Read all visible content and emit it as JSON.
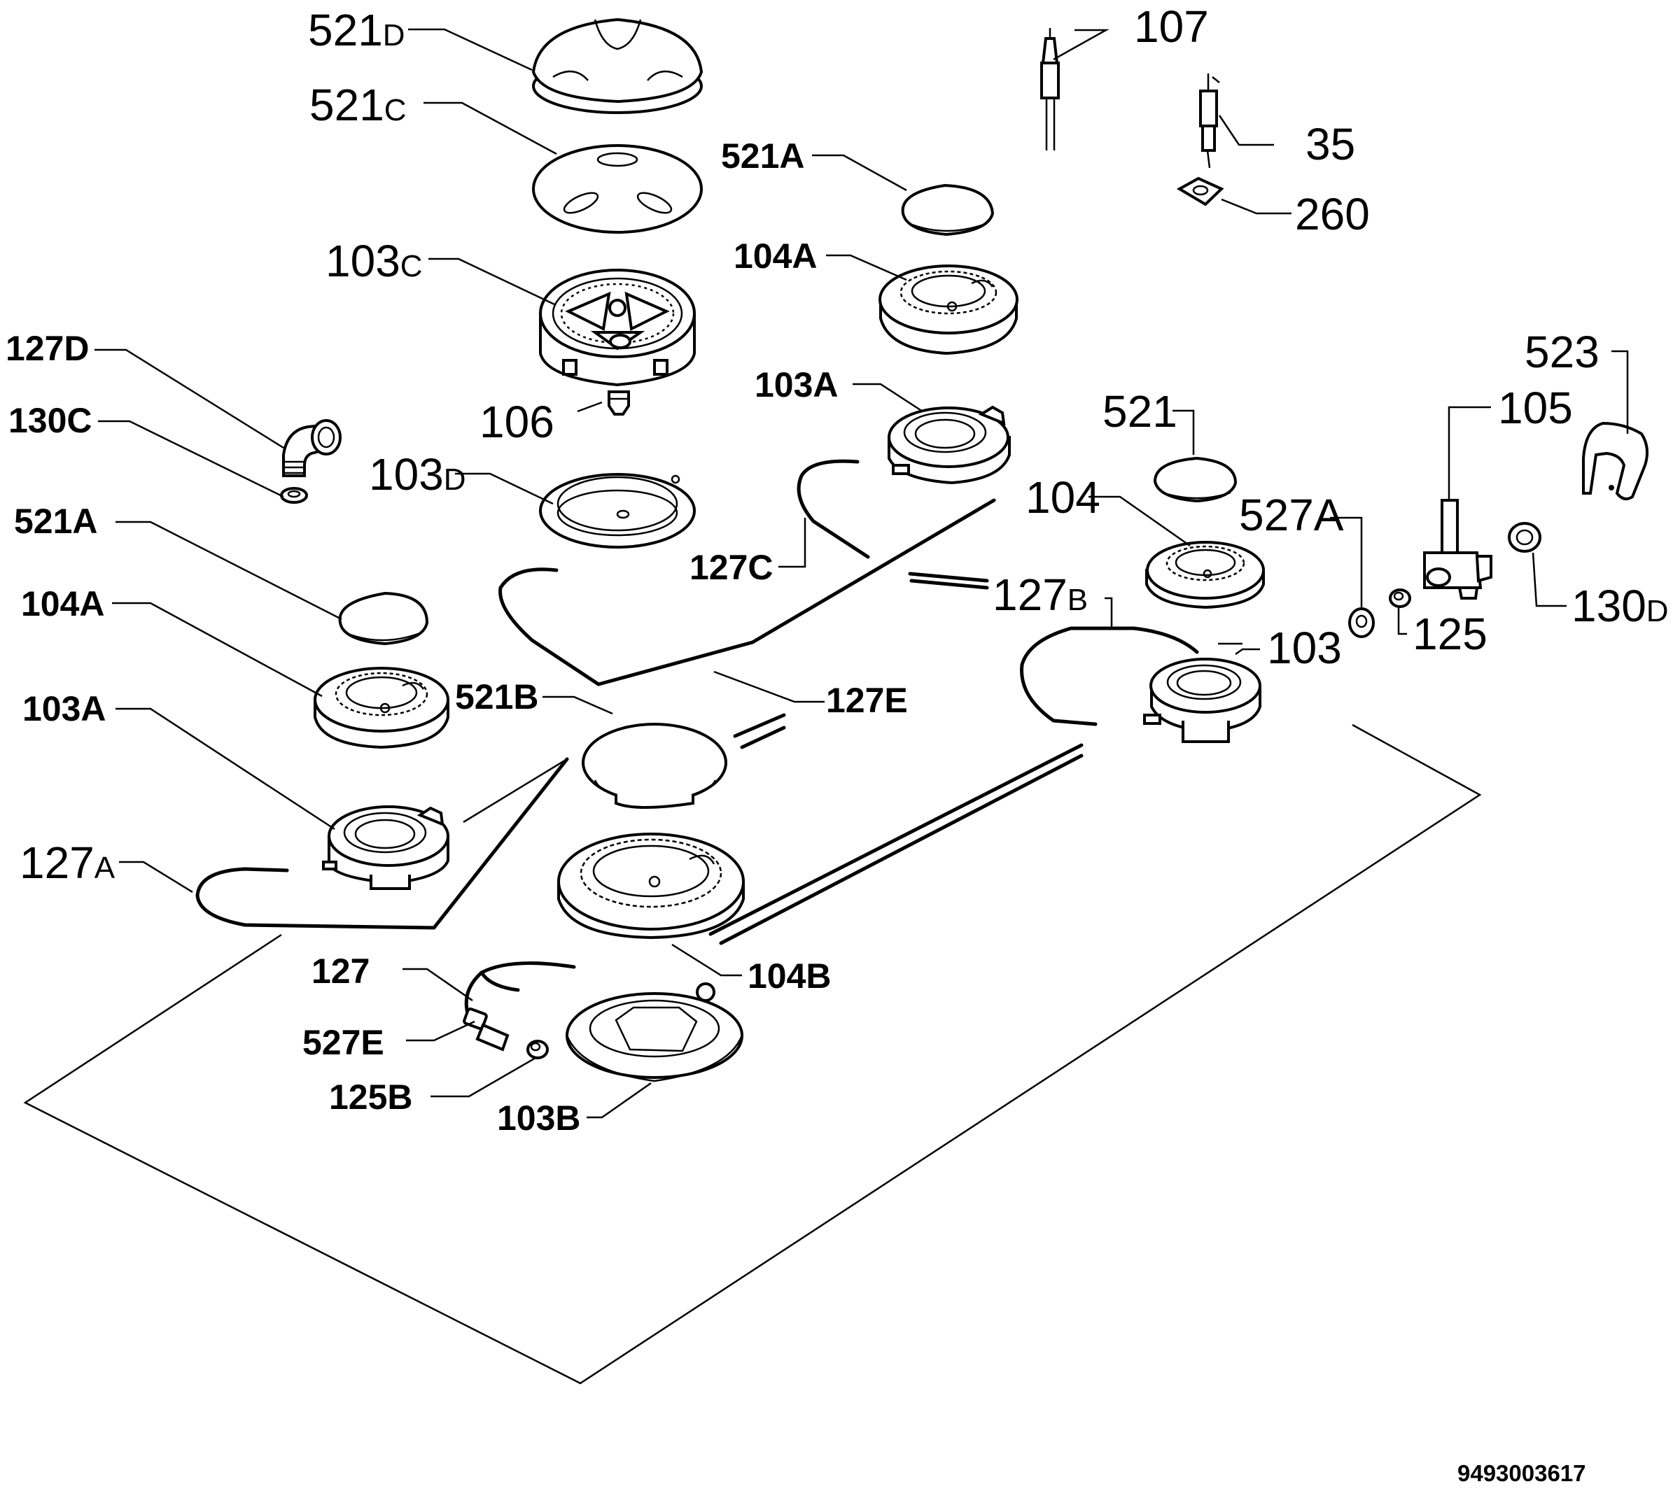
{
  "doc_number": "9493003617",
  "labels": {
    "l521D": {
      "main": "521",
      "suffix": "D"
    },
    "l521C": {
      "main": "521",
      "suffix": "C"
    },
    "l103C": {
      "main": "103",
      "suffix": "C"
    },
    "l106": {
      "main": "106",
      "suffix": ""
    },
    "l103D": {
      "main": "103",
      "suffix": "D"
    },
    "l127D": {
      "text": "127D"
    },
    "l130C": {
      "text": "130C"
    },
    "l521A_left": {
      "text": "521A"
    },
    "l104A_left": {
      "text": "104A"
    },
    "l103A_left": {
      "text": "103A"
    },
    "l127A": {
      "main": "127",
      "suffix": "A"
    },
    "l521B": {
      "text": "521B"
    },
    "l127E": {
      "text": "127E"
    },
    "l104B": {
      "text": "104B"
    },
    "l127": {
      "text": "127"
    },
    "l527E": {
      "text": "527E"
    },
    "l125B": {
      "text": "125B"
    },
    "l103B": {
      "text": "103B"
    },
    "l521A_mid": {
      "text": "521A"
    },
    "l104A_mid": {
      "text": "104A"
    },
    "l103A_mid": {
      "text": "103A"
    },
    "l127C": {
      "text": "127C"
    },
    "l127B": {
      "main": "127",
      "suffix": "B"
    },
    "l107": {
      "text": "107"
    },
    "l35": {
      "text": "35"
    },
    "l260": {
      "text": "260"
    },
    "l521": {
      "text": "521"
    },
    "l104": {
      "text": "104"
    },
    "l103": {
      "text": "103"
    },
    "l527A": {
      "text": "527A"
    },
    "l125": {
      "text": "125"
    },
    "l105": {
      "text": "105"
    },
    "l523": {
      "text": "523"
    },
    "l130D": {
      "main": "130",
      "suffix": "D"
    }
  }
}
